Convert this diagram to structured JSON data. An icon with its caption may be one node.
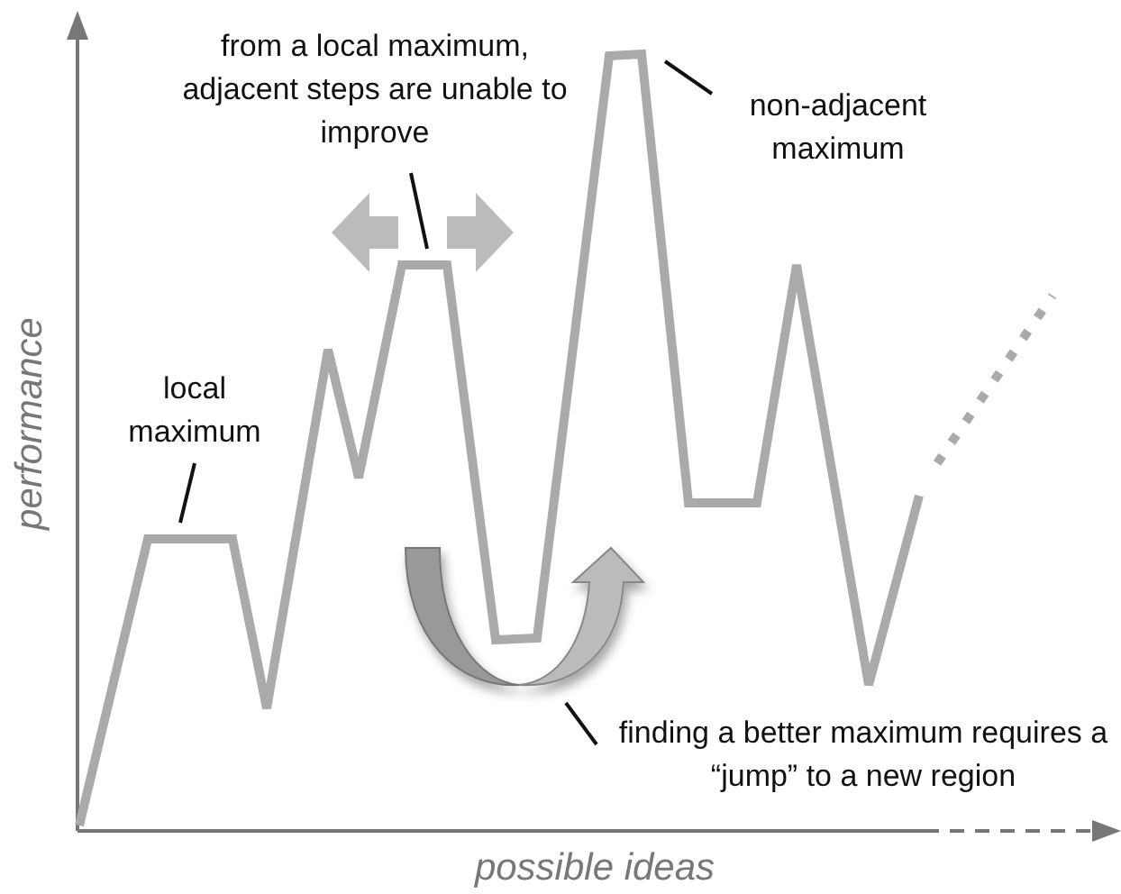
{
  "diagram": {
    "nodes": [
      {
        "text": [
          "from a local maximum, adjacent steps are unable to improve"
        ]
      },
      {
        "text": [
          "non-adjacent maximum"
        ]
      },
      {
        "text": [
          "local maximum"
        ]
      },
      {
        "text": [
          "finding a better maximum requires a “jump” to a new region"
        ]
      }
    ],
    "edges": [
      {
        "from": 0,
        "to": null,
        "arrow": "none"
      },
      {
        "from": 1,
        "to": null,
        "arrow": "none"
      },
      {
        "from": 2,
        "to": null,
        "arrow": "none"
      },
      {
        "from": 3,
        "to": null,
        "arrow": "none"
      }
    ],
    "labels": [
      "performance",
      "possible ideas"
    ]
  }
}
